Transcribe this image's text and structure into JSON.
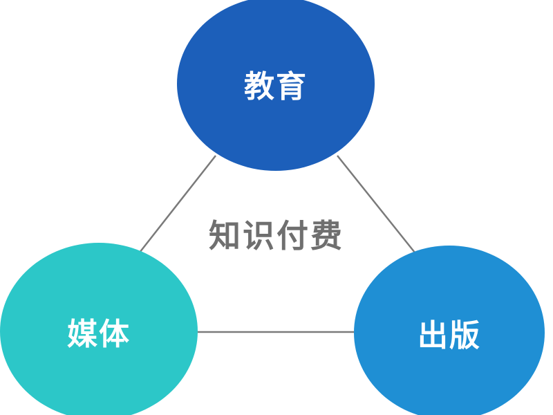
{
  "diagram": {
    "center_label": "知识付费",
    "nodes": {
      "top": {
        "label": "教育",
        "color": "#1c5fba"
      },
      "left": {
        "label": "媒体",
        "color": "#2cc7c8"
      },
      "right": {
        "label": "出版",
        "color": "#1f8fd4"
      }
    },
    "link_color": "#7a7a7a"
  }
}
